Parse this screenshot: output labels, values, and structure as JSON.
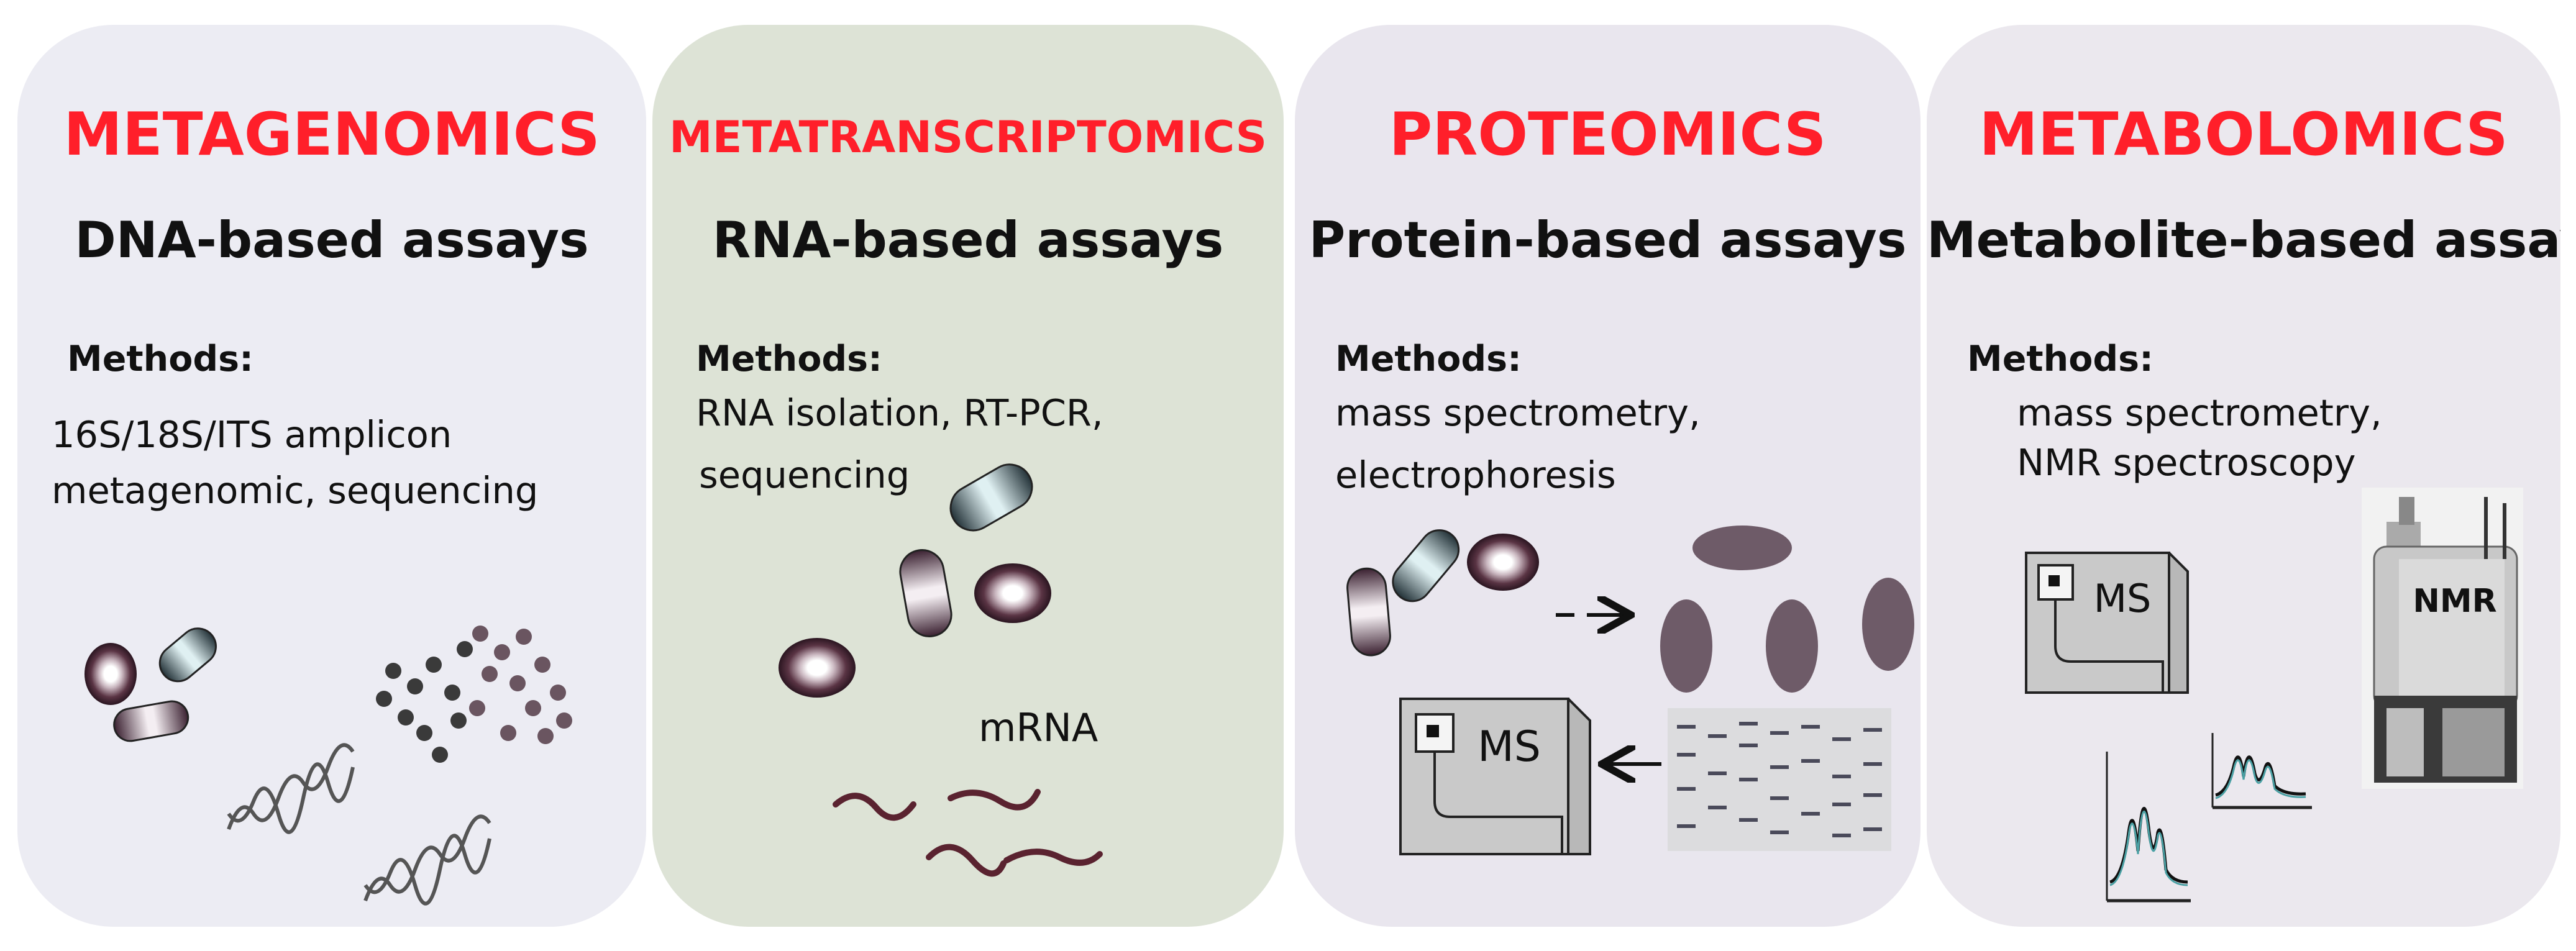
{
  "panels": [
    {
      "heading": "METAGENOMICS",
      "assay": "DNA-based assays",
      "methods_label": "Methods:",
      "methods": [
        "16S/18S/ITS amplicon",
        "metagenomic, sequencing"
      ]
    },
    {
      "heading": "METATRANSCRIPTOMICS",
      "assay": "RNA-based assays",
      "methods_label": "Methods:",
      "methods": [
        "RNA isolation, RT-PCR,",
        "sequencing"
      ],
      "extra_label": "mRNA"
    },
    {
      "heading": "PROTEOMICS",
      "assay": "Protein-based assays",
      "methods_label": "Methods:",
      "methods": [
        "mass spectrometry,",
        "electrophoresis"
      ],
      "ms_label": "MS"
    },
    {
      "heading": "METABOLOMICS",
      "assay": "Metabolite-based assays",
      "methods_label": "Methods:",
      "methods": [
        "mass spectrometry,",
        "NMR spectroscopy"
      ],
      "ms_label": "MS",
      "nmr_label": "NMR"
    }
  ],
  "colors": {
    "heading": "#ff1f2a",
    "panel1": "#ececf3",
    "panel2": "#dde3d6",
    "panel3": "#e9e6ee",
    "panel4": "#ebe8ee",
    "mrna": "#5a2330",
    "protein_spot": "#6e5b68"
  }
}
